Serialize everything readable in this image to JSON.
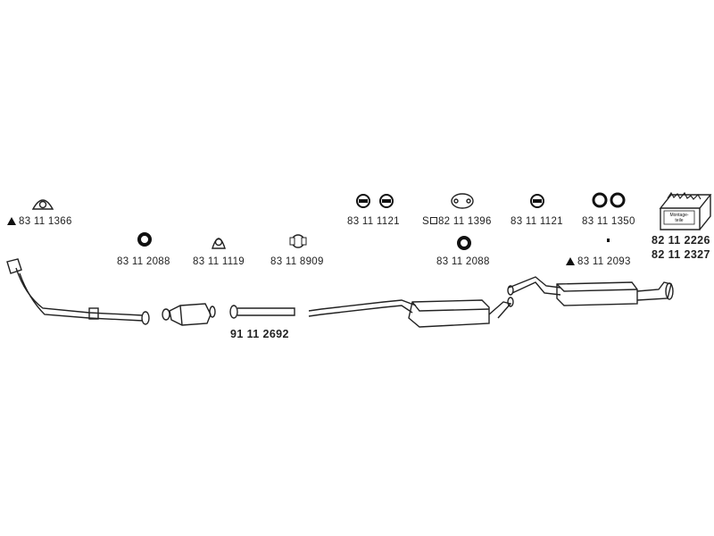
{
  "parts": {
    "flange_gasket_front": "83 11 1366",
    "ring_seal_1": "83 11 2088",
    "hanger_1": "83 11 1119",
    "clamp_1": "83 11 8909",
    "rubber_mounts_pair_1": "83 11 1121",
    "gasket_mid": "82 11 1396",
    "gasket_mid_prefix": "S",
    "ring_seal_2": "83 11 2088",
    "rubber_mount_2": "83 11 1121",
    "rings_pair": "83 11 1350",
    "tailpipe_bracket": "83 11 2093",
    "pipe_mid": "91 11 2692",
    "mounting_kit_1": "82 11 2226",
    "mounting_kit_2": "82 11 2327",
    "mounting_kit_box_text": "Montage-teile"
  }
}
